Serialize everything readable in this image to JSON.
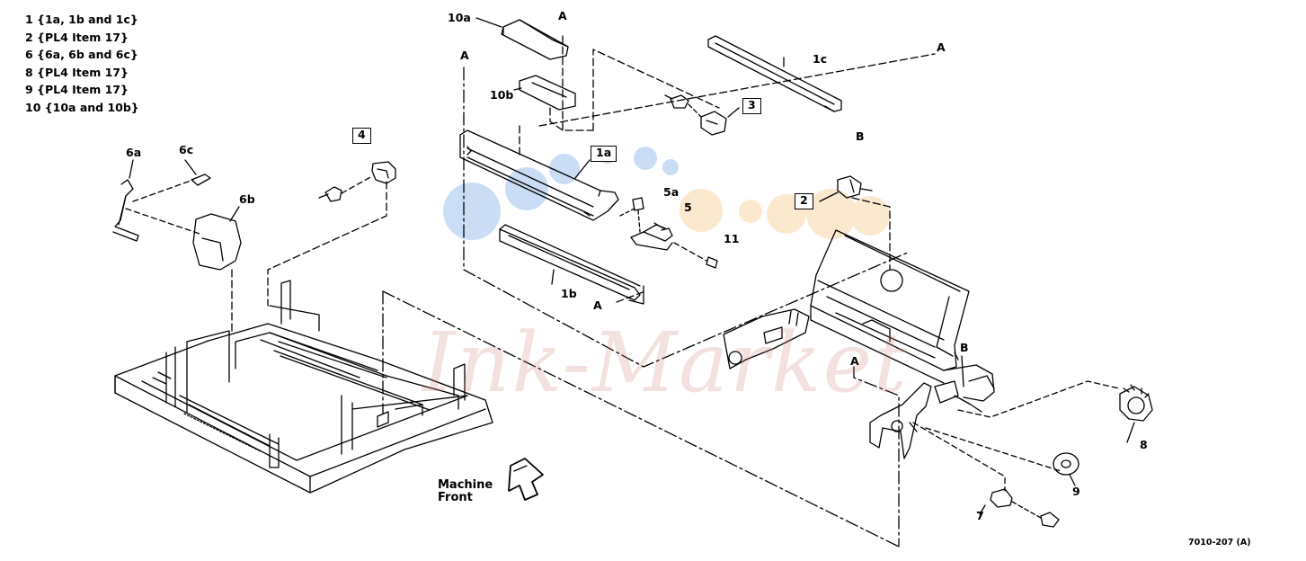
{
  "legend": [
    "1 {1a, 1b and 1c}",
    "2 {PL4 Item 17}",
    "6 {6a, 6b and 6c}",
    "8 {PL4 Item 17}",
    "9 {PL4 Item 17}",
    "10 {10a and 10b}"
  ],
  "callouts": {
    "c10a": "10a",
    "c10b": "10b",
    "c1c": "1c",
    "c1b": "1b",
    "c5a": "5a",
    "c5": "5",
    "c11": "11",
    "c6a": "6a",
    "c6c": "6c",
    "c6b": "6b",
    "c7": "7",
    "c8": "8",
    "c9": "9",
    "cBtop": "B",
    "cBmid": "B"
  },
  "boxed_callouts": {
    "b1a": "1a",
    "b2": "2",
    "b3": "3",
    "b4": "4"
  },
  "ref_letters": {
    "a1": "A",
    "a2": "A",
    "a3": "A",
    "a4": "A",
    "a5": "A"
  },
  "front_label": {
    "line1": "Machine",
    "line2": "Front"
  },
  "document_number": "7010-207 (A)",
  "watermark": "Ink-Market",
  "colors": {
    "line": "#000000",
    "watermark": "#c97a6e",
    "dot_blue": "#9fc3ee",
    "dot_orange": "#f6d7a8"
  }
}
